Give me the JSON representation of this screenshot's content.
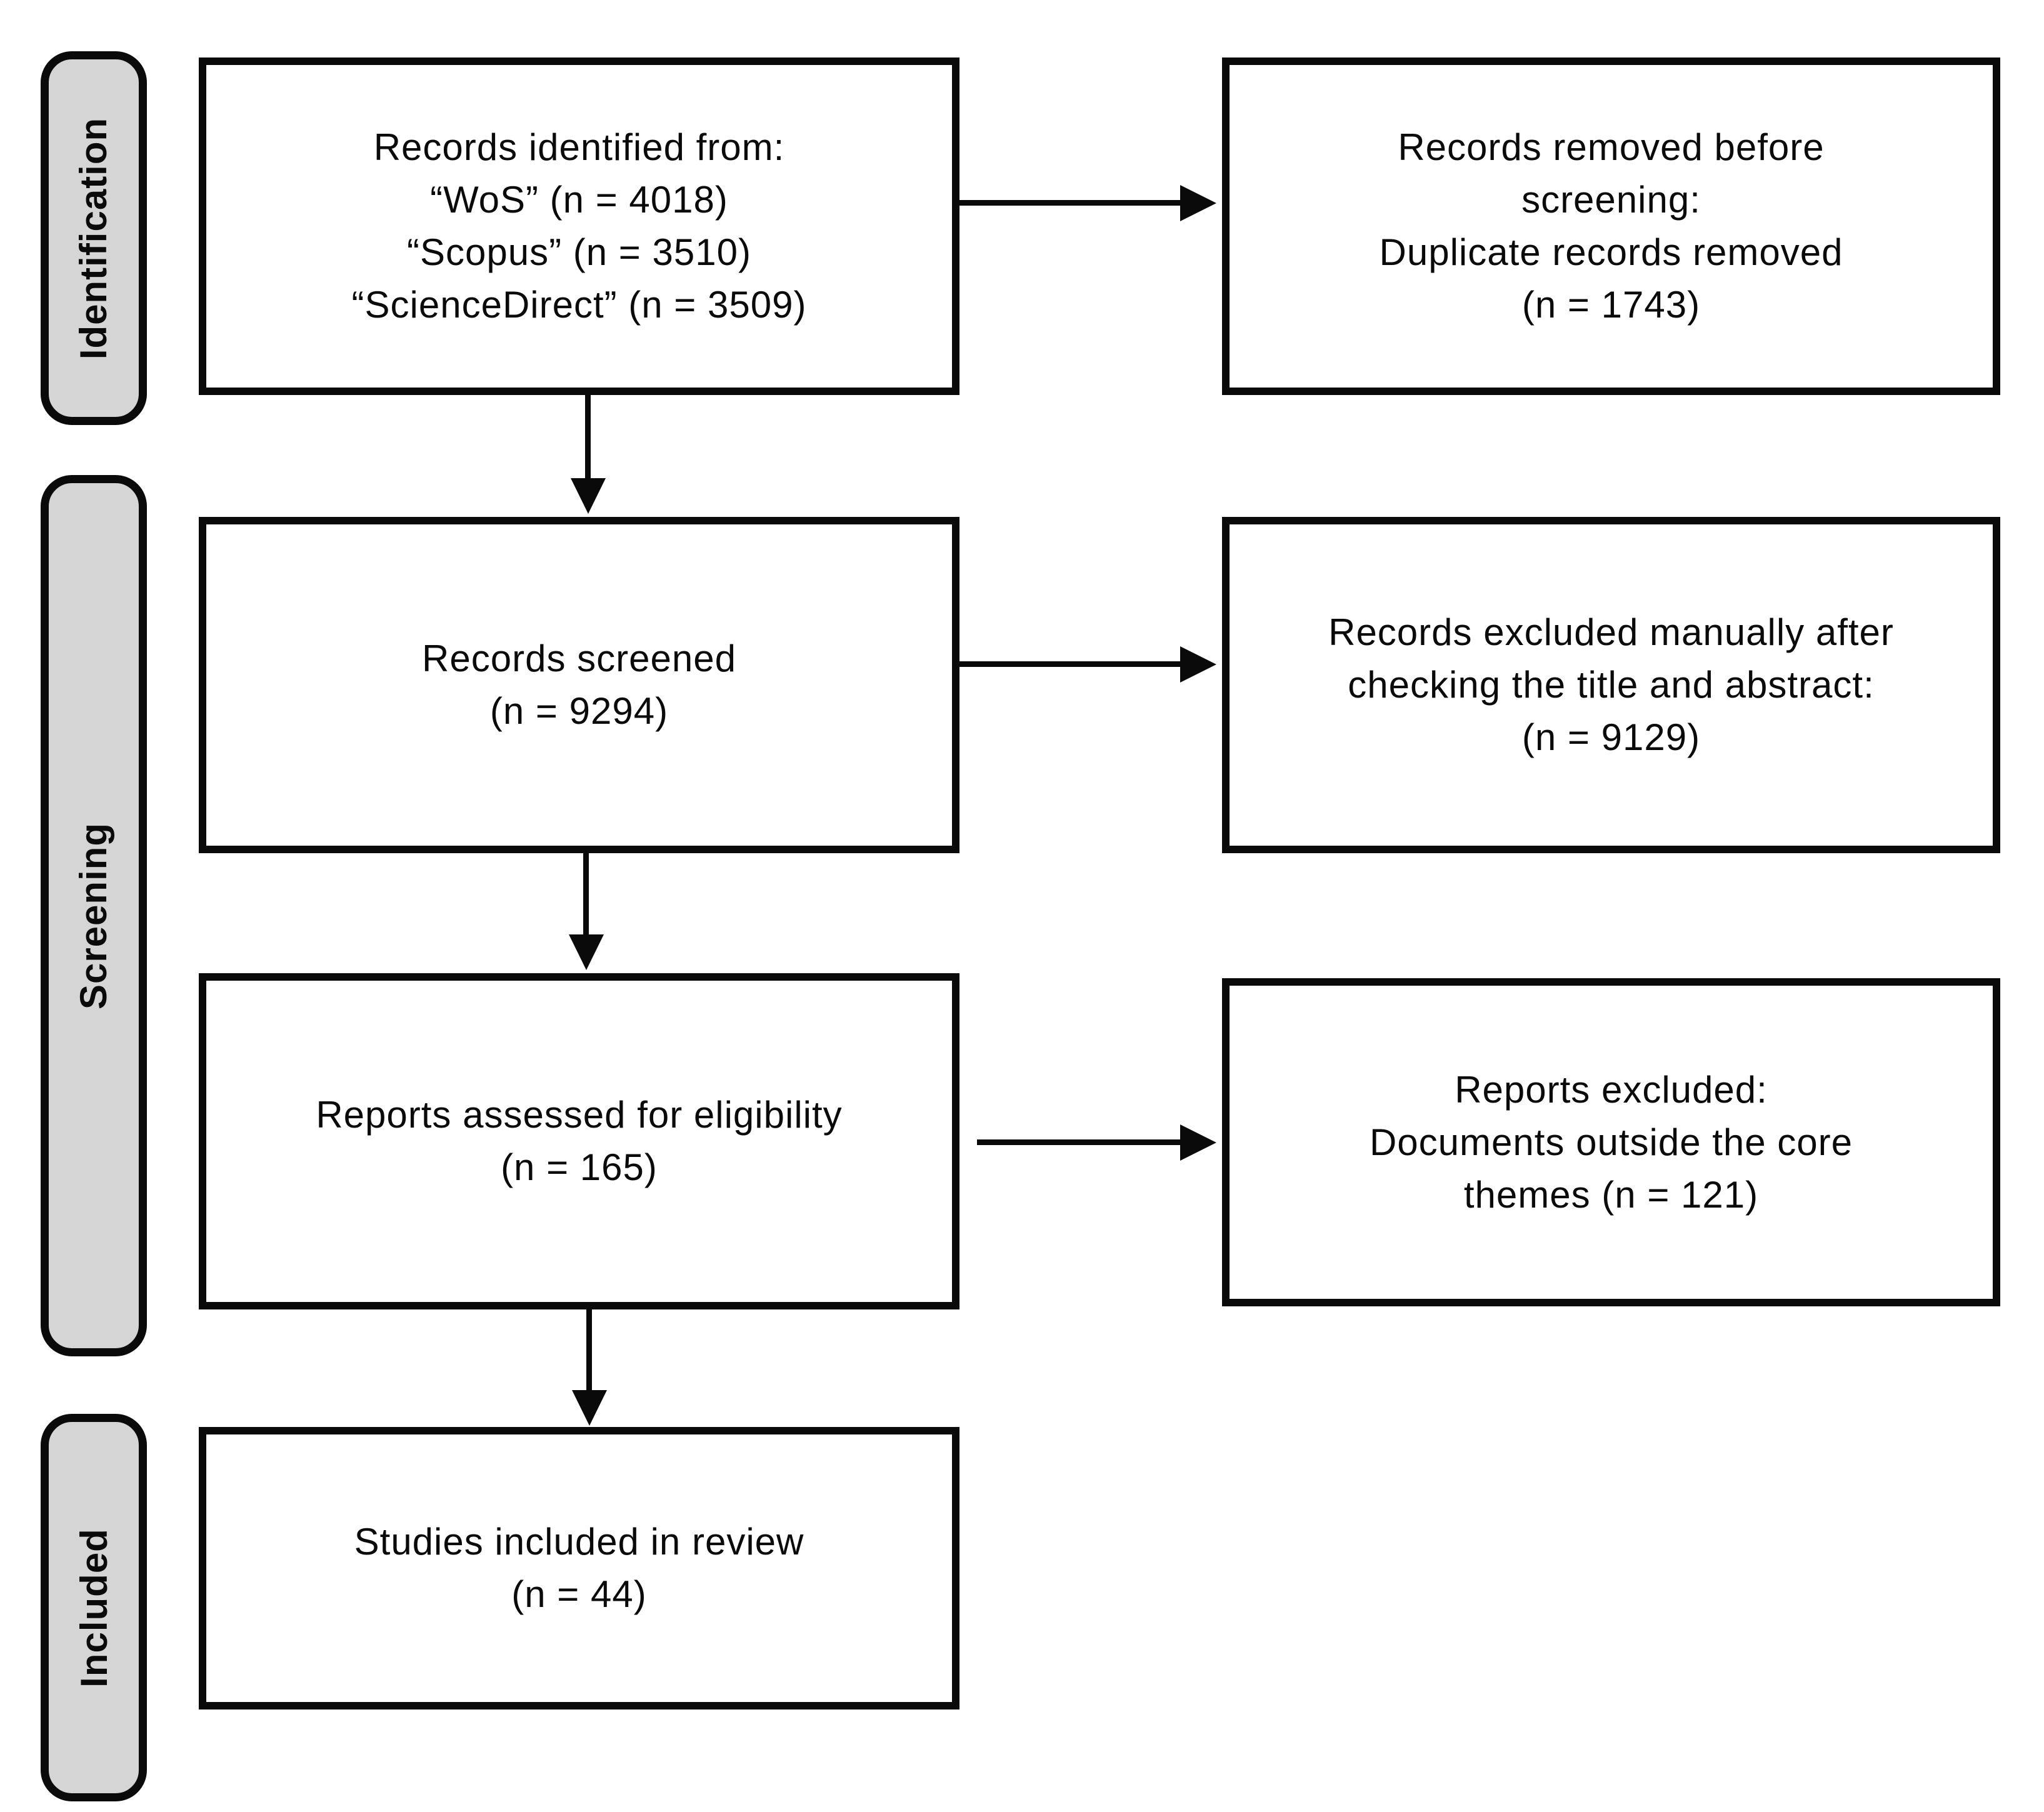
{
  "figure": {
    "stages": [
      {
        "id": "identification",
        "label": "Identification"
      },
      {
        "id": "screening",
        "label": "Screening"
      },
      {
        "id": "included",
        "label": "Included"
      }
    ],
    "boxes": {
      "identified": {
        "lines": [
          "Records identified from:",
          "“WoS” (n = 4018)",
          "“Scopus” (n = 3510)",
          "“ScienceDirect” (n = 3509)"
        ]
      },
      "removed": {
        "lines": [
          "Records removed before",
          "screening:",
          "Duplicate records removed",
          "(n = 1743)"
        ]
      },
      "screened": {
        "lines": [
          "Records screened",
          "(n = 9294)"
        ]
      },
      "excluded_manual": {
        "lines": [
          "Records excluded manually after",
          "checking the title and abstract:",
          "(n = 9129)"
        ]
      },
      "assessed": {
        "lines": [
          "Reports assessed for eligibility",
          "(n = 165)"
        ]
      },
      "reports_excluded": {
        "lines": [
          "Reports excluded:",
          "Documents outside the core",
          "themes (n = 121)"
        ]
      },
      "included": {
        "lines": [
          "Studies included in review",
          "(n = 44)"
        ]
      }
    }
  },
  "colors": {
    "stage_fill": "#d5d5d5",
    "line": "#0a0a0a",
    "background": "#ffffff"
  }
}
